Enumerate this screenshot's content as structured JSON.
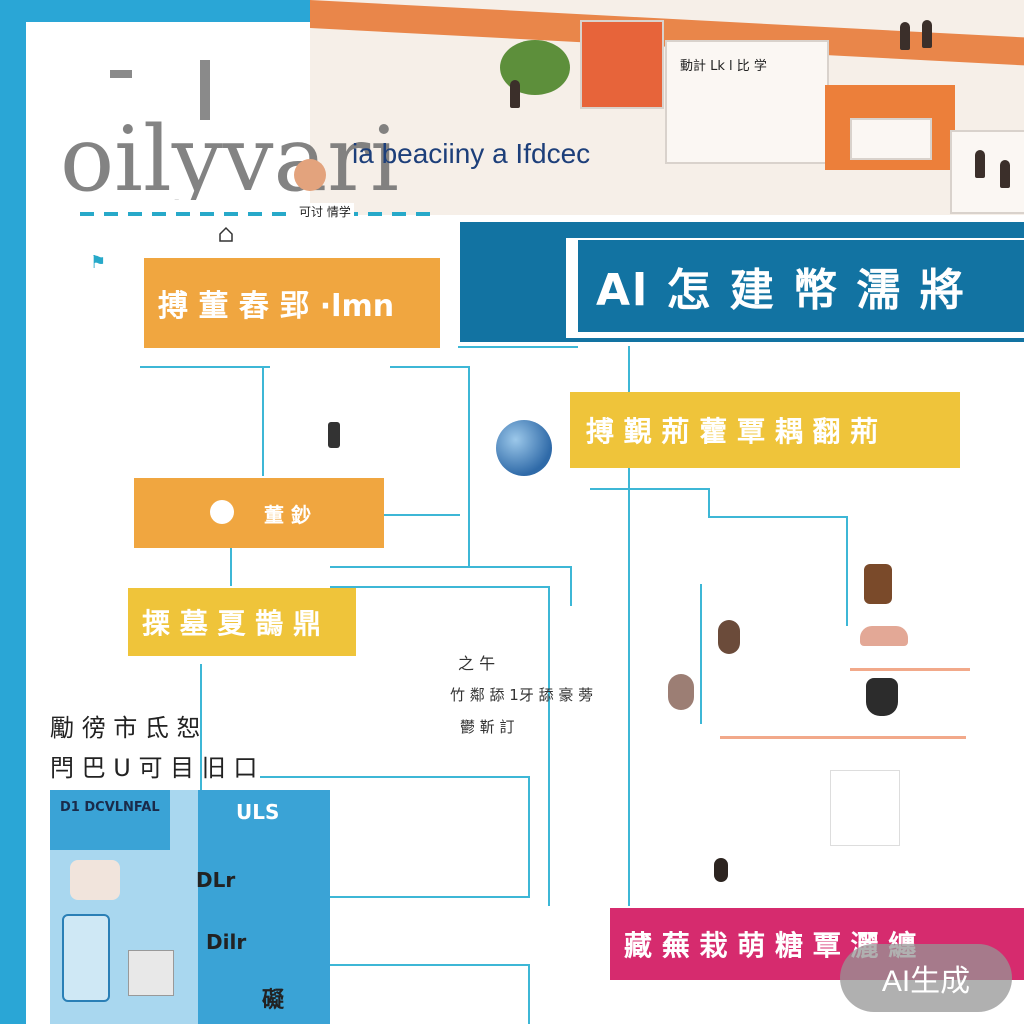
{
  "colors": {
    "frame": "#2aa6d6",
    "header_blue": "#1273a2",
    "orange": "#f0a640",
    "yellow": "#efc43a",
    "pink": "#d62b6e",
    "connector": "#3db7d6"
  },
  "hero": {
    "sign_text": "動計 Lk l 比 学"
  },
  "brand": {
    "stylized_text": "oilyvari",
    "subtitle": "ia beaciiny a Ifdcec"
  },
  "dashed_header_label": "可讨 情学",
  "header": {
    "title": "Al 怎 建 幣 濡 將"
  },
  "nodes": {
    "orange_top": "搏 董 舂 郢 ·lmn",
    "yellow_right": "搏 覲 荊 藿 覃 耦 翻 荊",
    "orange_mid": "董 鈔",
    "yellow_left": "搮 墓 夏 鵲 鼎",
    "pink_bottom": "藏 蕪 栽 萌 糖 覃 灑 纏"
  },
  "side_text": {
    "line1": "勵 徬 市 氐 恕",
    "line2": "閂 巴 U 可 目 旧 口"
  },
  "panel": {
    "label": "D1 DCVLNFAL",
    "items": [
      "ULS",
      "DLr",
      "Dilr",
      "礙"
    ]
  },
  "center_caption": {
    "line1": "之 午",
    "line2": "竹 鄰 舔 1牙 舔 豪 蒡",
    "line3": "鬱 靳 訂"
  },
  "watermark": "AI生成"
}
